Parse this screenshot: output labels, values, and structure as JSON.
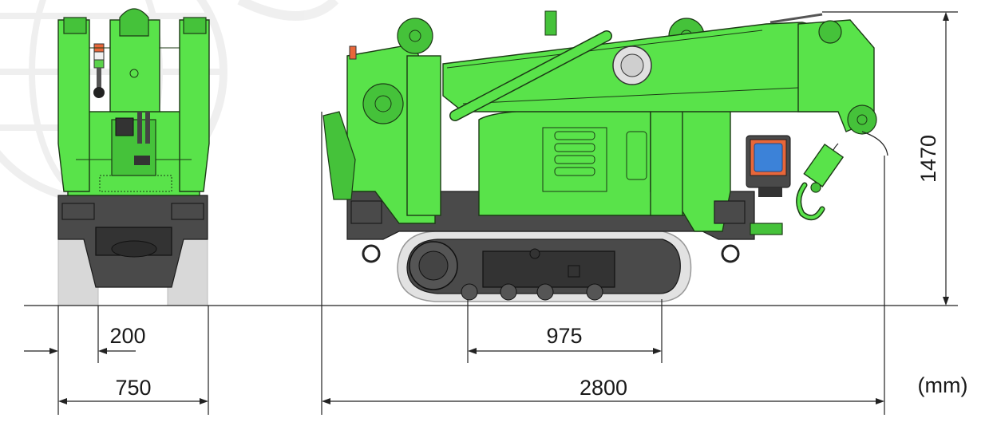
{
  "dimensions": {
    "track_width": "200",
    "overall_width": "750",
    "track_length": "975",
    "overall_length": "2800",
    "height": "1470",
    "unit": "(mm)"
  },
  "colors": {
    "body_green": "#59e34a",
    "chassis_dark": "#4a4a4a",
    "track_grey": "#d8d8d8",
    "light_blue": "#3c82d8",
    "light_orange": "#e8673a"
  },
  "icons": [
    "hook-icon",
    "warning-light-icon"
  ]
}
